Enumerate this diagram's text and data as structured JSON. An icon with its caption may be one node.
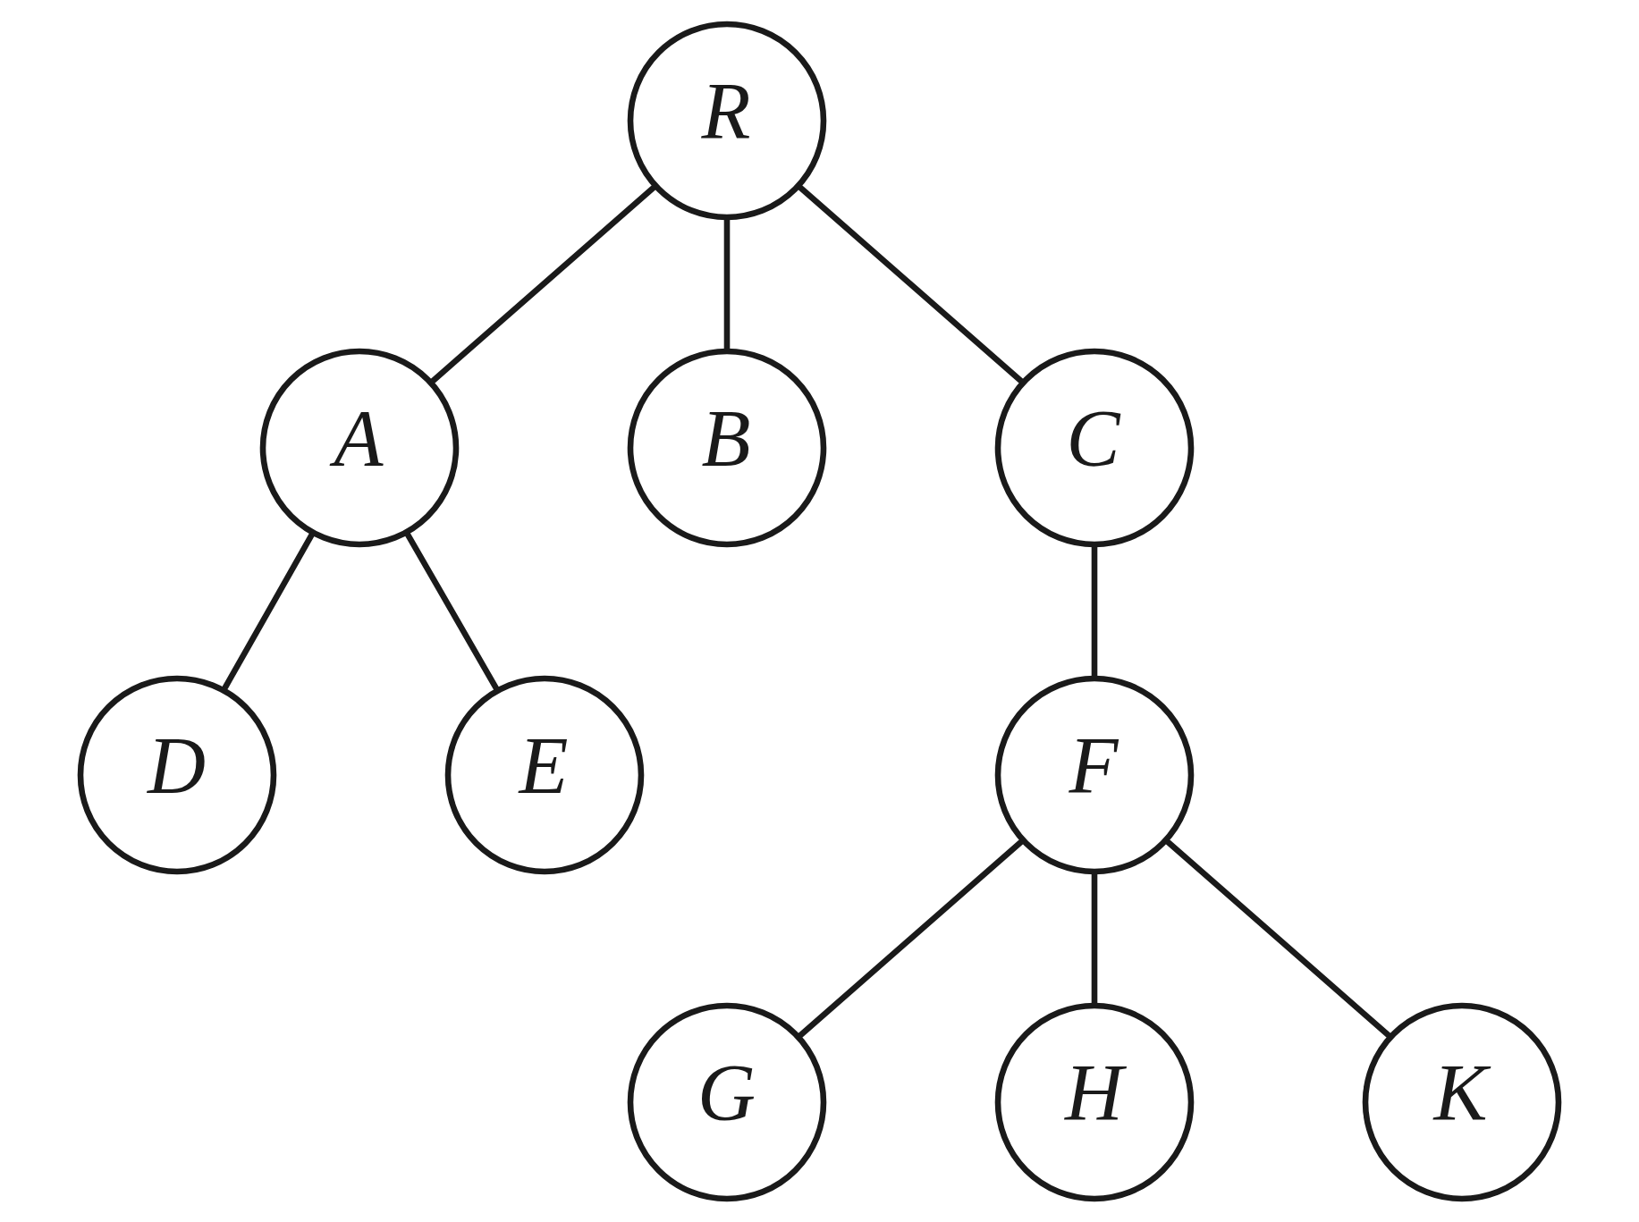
{
  "diagram": {
    "nodes": [
      {
        "text": [
          "R"
        ]
      },
      {
        "text": [
          "A"
        ]
      },
      {
        "text": [
          "B"
        ]
      },
      {
        "text": [
          "C"
        ]
      },
      {
        "text": [
          "D"
        ]
      },
      {
        "text": [
          "E"
        ]
      },
      {
        "text": [
          "F"
        ]
      },
      {
        "text": [
          "G"
        ]
      },
      {
        "text": [
          "H"
        ]
      },
      {
        "text": [
          "K"
        ]
      }
    ],
    "edges": [
      {
        "from": 0,
        "to": 1,
        "arrow": "none"
      },
      {
        "from": 0,
        "to": 2,
        "arrow": "none"
      },
      {
        "from": 0,
        "to": 3,
        "arrow": "none"
      },
      {
        "from": 1,
        "to": 4,
        "arrow": "none"
      },
      {
        "from": 1,
        "to": 5,
        "arrow": "none"
      },
      {
        "from": 3,
        "to": 6,
        "arrow": "none"
      },
      {
        "from": 6,
        "to": 7,
        "arrow": "none"
      },
      {
        "from": 6,
        "to": 8,
        "arrow": "none"
      },
      {
        "from": 6,
        "to": 9,
        "arrow": "none"
      }
    ]
  }
}
